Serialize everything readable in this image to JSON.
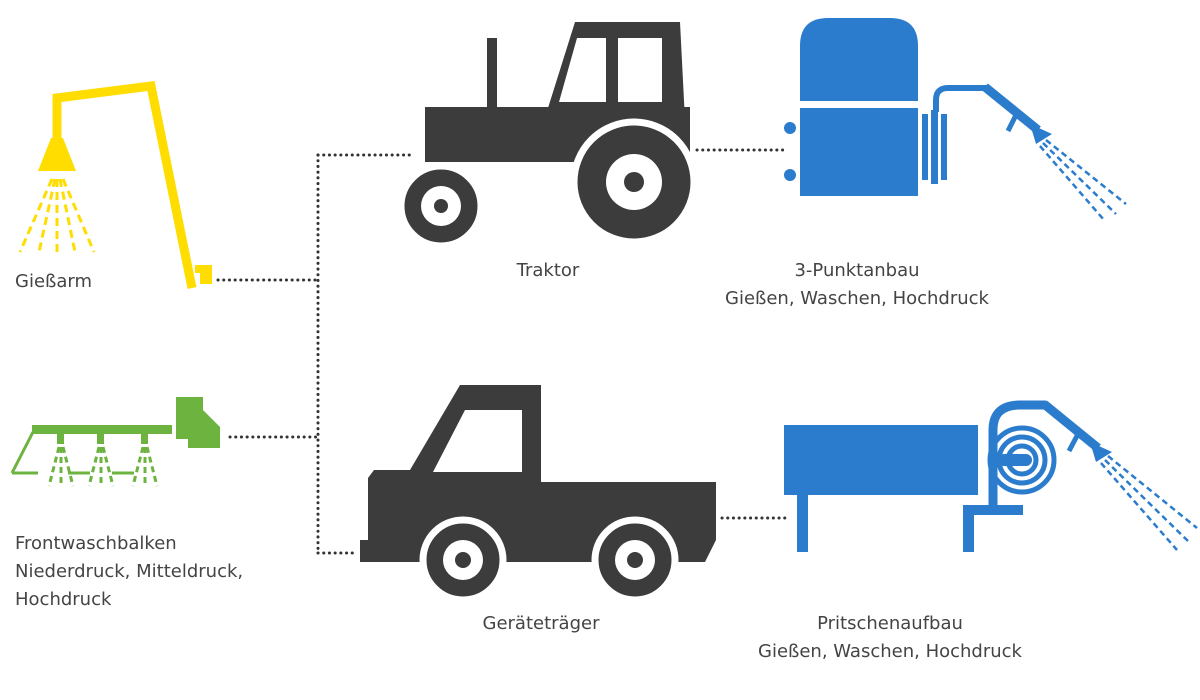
{
  "labels": {
    "giessarm": "Gießarm",
    "traktor": "Traktor",
    "punktanbau": {
      "line1": "3-Punktanbau",
      "line2": "Gießen, Waschen, Hochdruck"
    },
    "frontwaschbalken": {
      "line1": "Frontwaschbalken",
      "line2": "Niederdruck, Mitteldruck,",
      "line3": "Hochdruck"
    },
    "geraetetraeger": "Geräteträger",
    "pritschenaufbau": {
      "line1": "Pritschenaufbau",
      "line2": "Gießen, Waschen, Hochdruck"
    }
  },
  "icons": {
    "giessarm": "watering-arm-icon",
    "frontwaschbalken": "front-wash-boom-icon",
    "traktor": "tractor-icon",
    "geraetetraeger": "utility-vehicle-icon",
    "punktanbau": "three-point-sprayer-icon",
    "pritschenaufbau": "flatbed-sprayer-icon"
  },
  "colors": {
    "giessarm": "#ffdd00",
    "frontwaschbalken": "#6cb33f",
    "attachments": "#2b7ccc",
    "vehicles": "#3c3c3c",
    "connectors": "#333333"
  }
}
